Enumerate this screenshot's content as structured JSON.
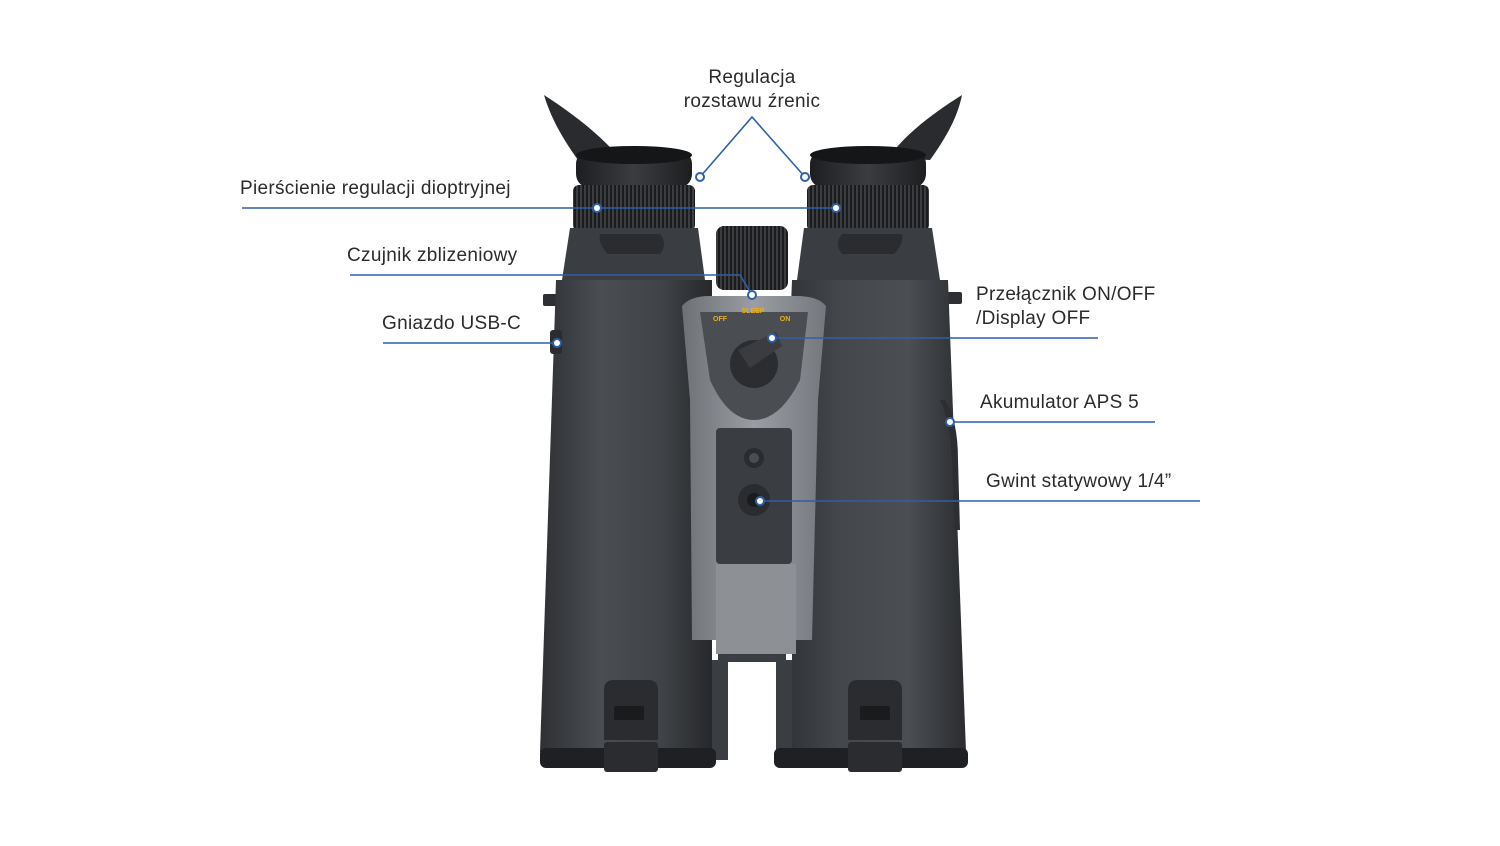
{
  "callouts": {
    "ipd": {
      "line1": "Regulacja",
      "line2": "rozstawu źrenic"
    },
    "diopter": "Pierścienie regulacji dioptryjnej",
    "proximity": "Czujnik zblizeniowy",
    "usb": "Gniazdo USB-C",
    "switch": {
      "line1": "Przełącznik ON/OFF",
      "line2": "/Display OFF"
    },
    "battery": "Akumulator APS 5",
    "tripod": "Gwint statywowy 1/4”"
  },
  "switch_markings": {
    "off": "OFF",
    "sleep": "SLEEP",
    "on": "ON"
  },
  "colors": {
    "callout_line": "#2f5fa8",
    "body_dark": "#3a3d41",
    "body_mid": "#4a4e53",
    "panel_grey": "#8d9196",
    "marking_yellow": "#e8b020"
  },
  "icons": {
    "dot": "callout-dot",
    "device": "binoculars-illustration"
  }
}
